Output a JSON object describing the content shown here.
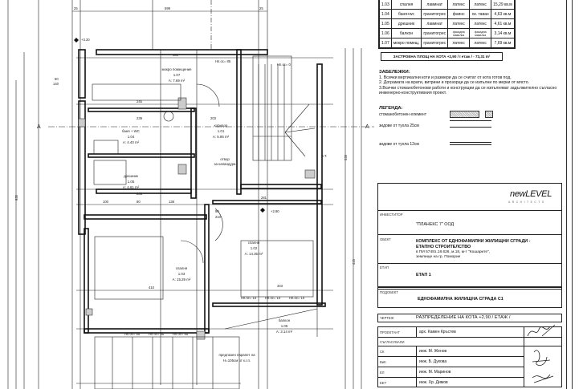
{
  "room_table": {
    "rows": [
      {
        "no": "1.03",
        "name": "спалня",
        "floor": "ламинат",
        "walls": "латекс",
        "ceiling": "латекс",
        "area": "15,29 кв.м"
      },
      {
        "no": "1.04",
        "name": "баня+wc",
        "floor": "гранитогрес",
        "walls": "фаянс",
        "ceiling": "ок. таван",
        "area": "4,63 кв.м"
      },
      {
        "no": "1.05",
        "name": "дрешник",
        "floor": "ламинат",
        "walls": "латекс",
        "ceiling": "латекс",
        "area": "4,61 кв.м"
      },
      {
        "no": "1.06",
        "name": "балкон",
        "floor": "гранитогрес",
        "walls": "фасадна мазилка",
        "ceiling": "фасадна мазилка",
        "area": "3,14 кв.м"
      },
      {
        "no": "1.07",
        "name": "мокро помещ.",
        "floor": "гранитогрес",
        "walls": "латекс",
        "ceiling": "латекс",
        "area": "7,69 кв.м"
      }
    ],
    "built_area": "ЗАСТРОЕНА ПЛОЩ НА КОТА  +2,90 / І етаж / - 73,31 m²"
  },
  "notes": {
    "title": "ЗАБЕЛЕЖКИ:",
    "items": [
      "1. Всички вертикални коти и размери да се считат от кота готов под.",
      "2. Дограмата на врати, витрини и прозорци да се изпълни по мерки от място.",
      "3.Всички стоманобетонови работи и конструкции да се изпълняват задължително съгласно инженерно-конструктивния проект."
    ]
  },
  "legend": {
    "title": "ЛЕГЕНДА:",
    "items": [
      "стоманобетонен елемент",
      "зидове от тухла 25см",
      "зидове от тухла 12см"
    ]
  },
  "title_block": {
    "logo_main": "newLEVEL",
    "logo_sub": "ARCHITECTS",
    "investor_label": "ИНВЕСТИТОР",
    "investor": "\"ПЛАНЕКС 7\" ООД",
    "object_label": "ОБЕКТ",
    "object_line1": "КОМПЛЕКС ОТ ЕДНОФАМИЛНИ ЖИЛИЩНИ СГРАДИ -",
    "object_line2": "ЕТАПНО СТРОИТЕЛСТВО",
    "object_line3": "в  ПИ 57491.18.626, м.18, м-т \"Кошарите\",",
    "object_line4": "землище на гр. Поморие",
    "stage_label": "ЕТАП",
    "stage": "ЕТАП 1",
    "subobject_label": "ПОДОБЕКТ",
    "subobject": "ЕДНОФАМИЛНА ЖИЛИЩНА СГРАДА С1",
    "drawing_label": "ЧЕРТЕЖ",
    "drawing": "РАЗПРЕДЕЛЕНИЕ НА КОТА +2,90 / ЕТАЖ /",
    "designer_label": "ПРОЕКТАНТ",
    "designer": "арх. Камен Кръстев",
    "approved_label": "СЪГЛАСУВАЛИ",
    "approvers": [
      {
        "part": "СК",
        "name": "инж. М. Женов"
      },
      {
        "part": "ВиК",
        "name": "инж. Б. Дукова"
      },
      {
        "part": "ЕЛ",
        "name": "инж. М. Маринов"
      },
      {
        "part": "ЕЕТ",
        "name": "инж. Хр. Димов"
      }
    ]
  },
  "plan": {
    "rooms": [
      {
        "name": "мокро помещение",
        "no": "1.07",
        "area": "A: 7.69 m²"
      },
      {
        "name": "баня + WC",
        "no": "1.04",
        "area": "A: 4.40 m²"
      },
      {
        "name": "коридор",
        "no": "1.01",
        "area": "A: 5.95 m²"
      },
      {
        "name": "дрешник",
        "no": "1.05",
        "area": "A: 4.61 m²"
      },
      {
        "name": "спалня",
        "no": "1.02",
        "area": "A: 14.35 m²"
      },
      {
        "name": "спалня",
        "no": "1.03",
        "area": "A: 15.29 m²"
      },
      {
        "name": "балкон",
        "no": "1.06",
        "area": "A: 3.14 m²"
      }
    ],
    "levels": {
      "main": "+2.90",
      "top": "+3.20"
    },
    "section_mark": "A",
    "opening_note": [
      "отвор",
      "за капандура"
    ],
    "parapet_note": [
      "предпазен парапет на",
      "H=105см от к.г.п."
    ],
    "bt_mark": "В.Т.",
    "window_sill_labels": [
      "Нп.ос= 85",
      "Нп.ос= 0",
      "Нп.ос= 10",
      "Нп.ос= 10",
      "Нп.ос= 10",
      "Нп.ос= 85",
      "Нп.ос= 85",
      "Нп.ос= 85"
    ],
    "dims": {
      "top_overall": "599",
      "top_l": "25",
      "top_r": "25",
      "d484": "484",
      "d245": "245",
      "d239": "239",
      "d203": "203",
      "d283": "283",
      "d100": "100",
      "d80": "80",
      "d138": "138",
      "d281": "281",
      "d343": "343",
      "d410": "410",
      "d930": "930",
      "d535": "535",
      "d415": "415",
      "d90": "90",
      "d60": "60",
      "d140": "140",
      "d210": "210"
    }
  }
}
